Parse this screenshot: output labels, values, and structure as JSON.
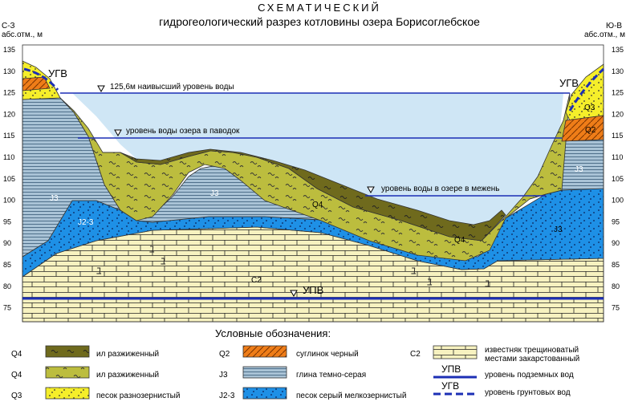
{
  "title": {
    "line1": "СХЕМАТИЧЕСКИЙ",
    "line2": "гидрогеологический разрез котловины озера Борисоглебское"
  },
  "directions": {
    "left": "С-З",
    "right": "Ю-В"
  },
  "axis": {
    "unit_label": "абс.отм., м",
    "ticks": [
      "135",
      "130",
      "125",
      "120",
      "115",
      "110",
      "105",
      "100",
      "95",
      "90",
      "85",
      "80",
      "75"
    ]
  },
  "water_levels": {
    "highest": "125,6м наивысший уровень воды",
    "flood": "уровень воды озера в паводок",
    "low": "уровень воды в озере в межень"
  },
  "labels": {
    "ugv_left": "УГВ",
    "ugv_right": "УГВ",
    "upv": "УПВ",
    "j3_left": "J3",
    "j3_mid": "J3",
    "j3_right_upper": "J3",
    "j3_right_lower": "J3",
    "q4_mid": "Q4",
    "q4_low": "Q4",
    "j23": "J2-3",
    "c2": "C2",
    "q3": "Q3",
    "q2": "Q2"
  },
  "legend": {
    "title": "Условные обозначения:",
    "items": [
      {
        "code": "Q4",
        "text": "ил разжиженный"
      },
      {
        "code": "Q4",
        "text": "ил разжиженный"
      },
      {
        "code": "Q3",
        "text": "песок разнозернистый"
      },
      {
        "code": "Q2",
        "text": "суглинок черный"
      },
      {
        "code": "J3",
        "text": "глина темно-серая"
      },
      {
        "code": "J2-3",
        "text": "песок серый мелкозернистый"
      },
      {
        "code": "C2",
        "text": "известняк трещиноватый местами закарстованный"
      },
      {
        "code": "УПВ",
        "text": "уровень подземных вод"
      },
      {
        "code": "УГВ",
        "text": "уровень грунтовых вод"
      }
    ]
  },
  "colors": {
    "lake": "#cfe6f5",
    "limestone": "#f7f2c0",
    "sand_blue": "#1e90e6",
    "clay": "#a9c3d6",
    "silt_dark": "#6f6a1d",
    "silt_light": "#bcbd3e",
    "sand_yellow": "#f5ee2a",
    "loam_orange": "#ef7d18",
    "water_line": "#1c2fb5"
  }
}
